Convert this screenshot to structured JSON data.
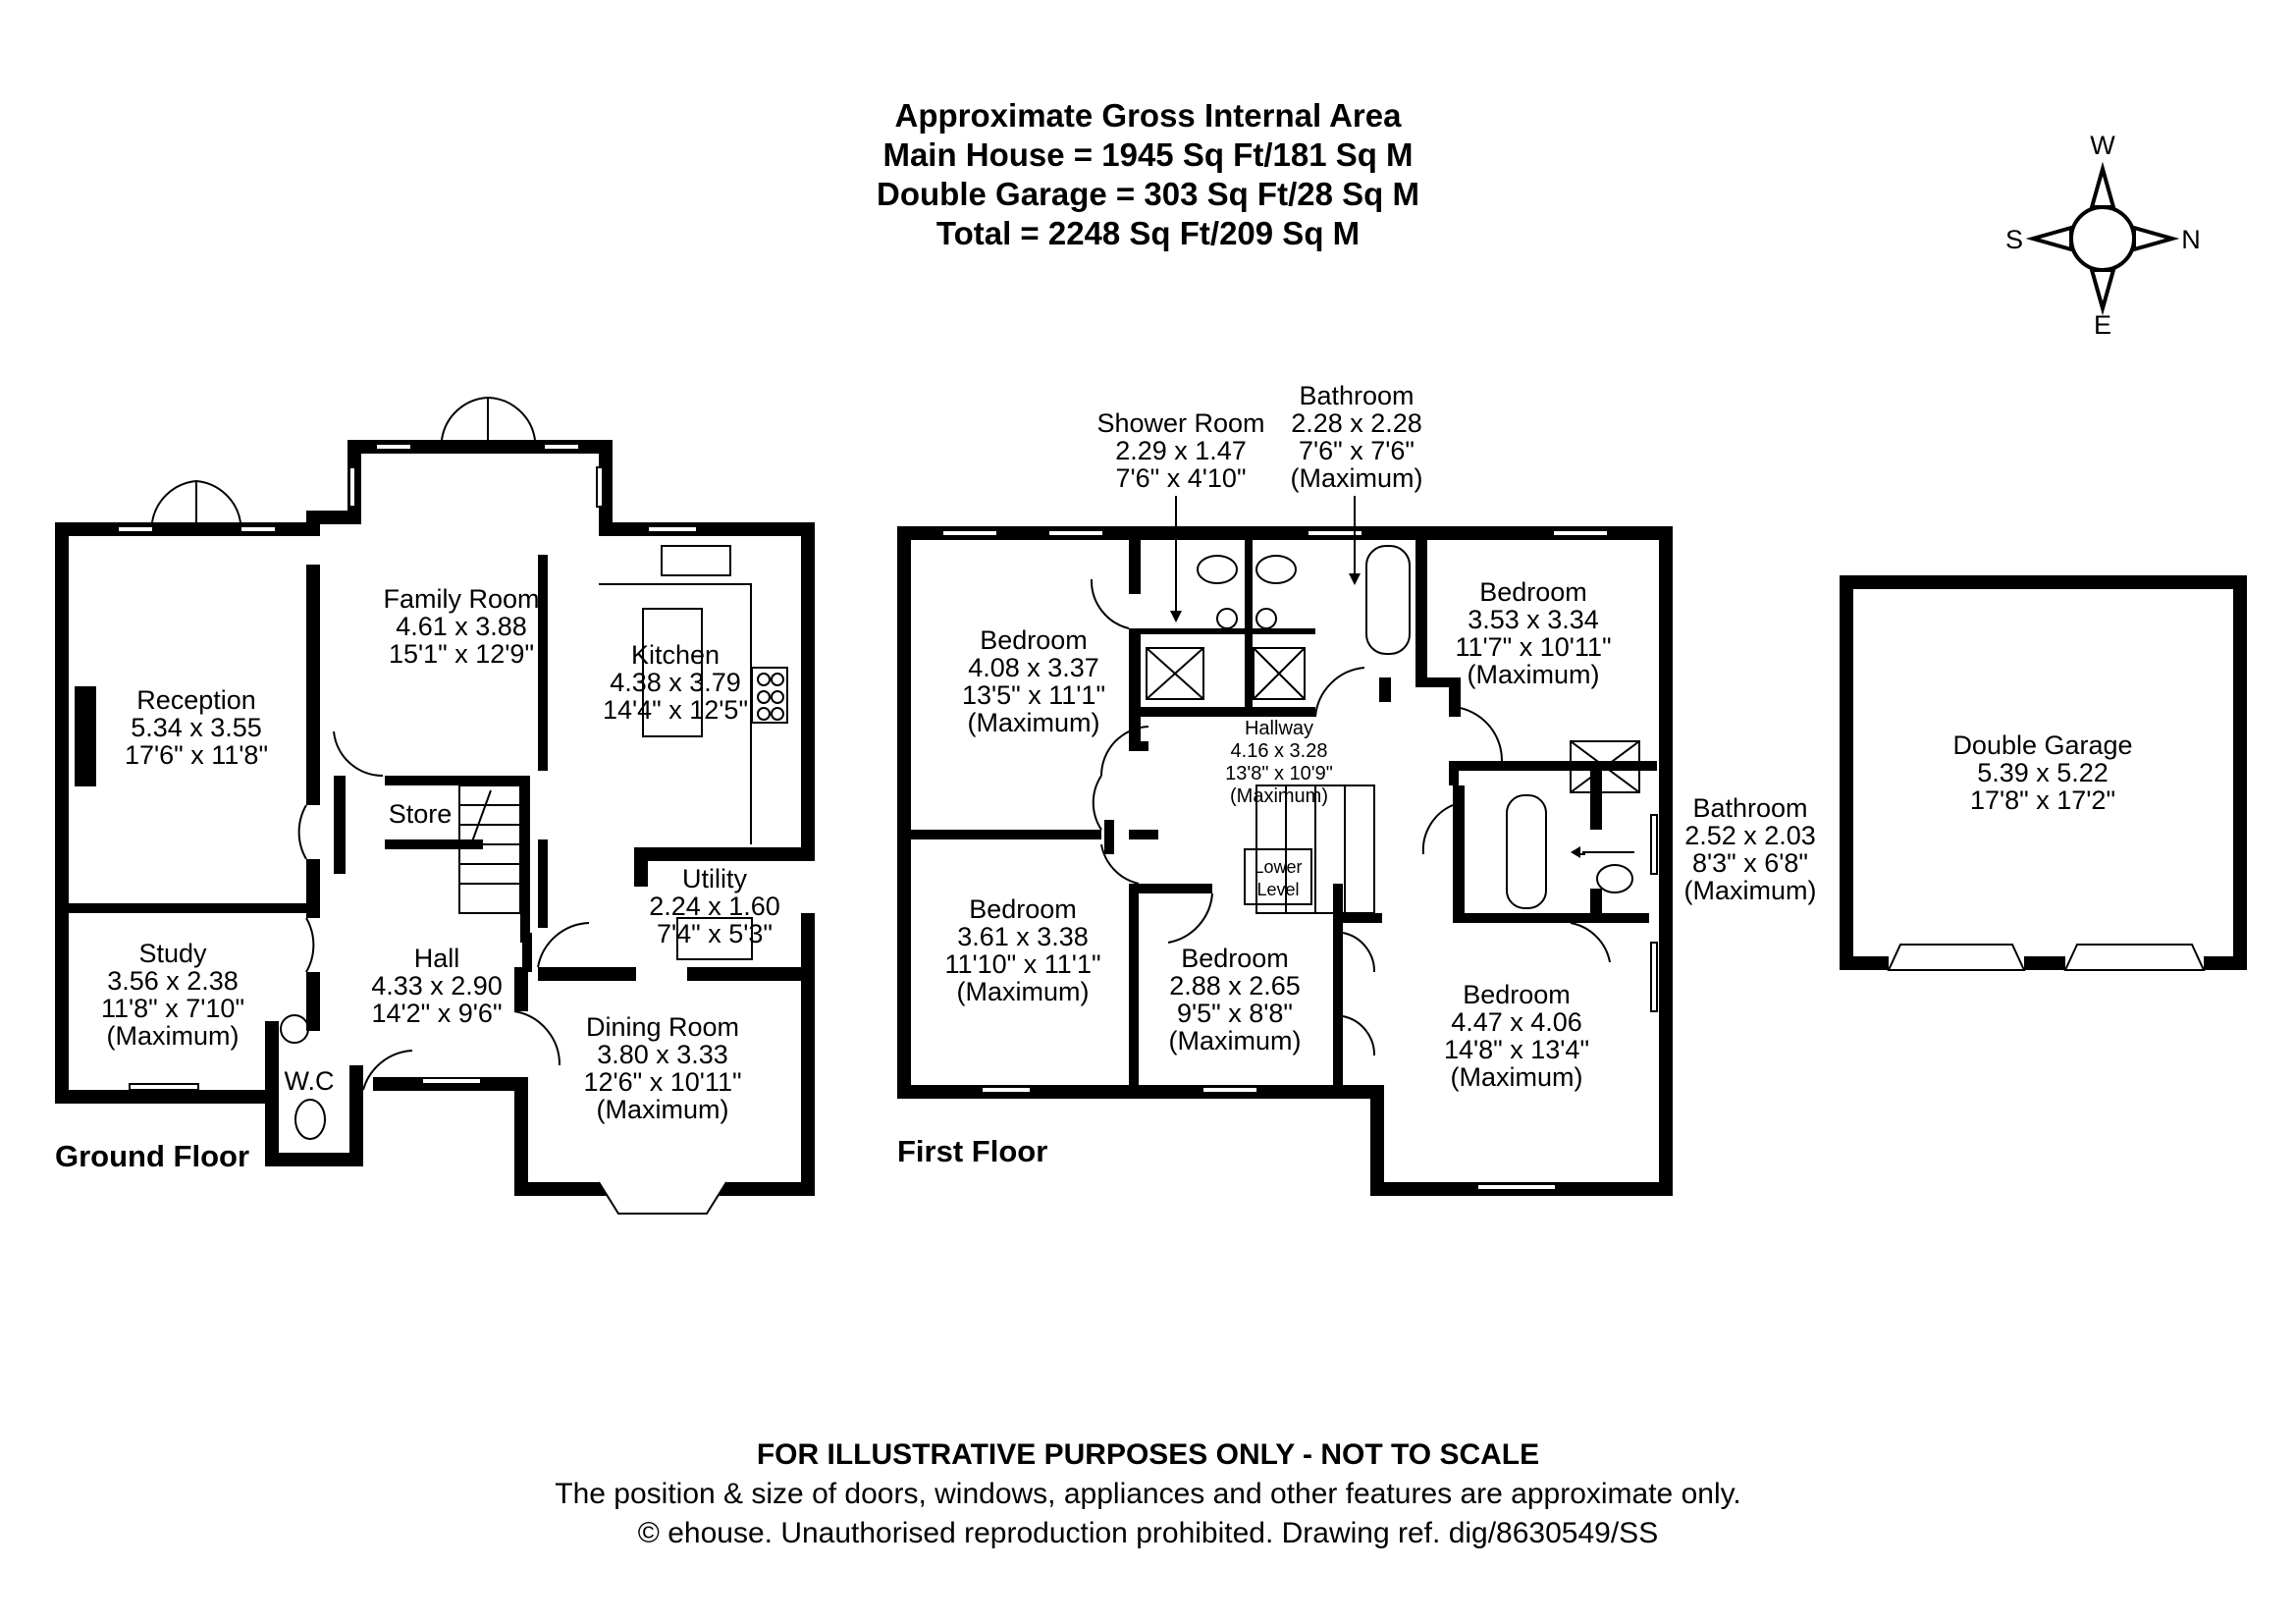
{
  "header": {
    "line1": "Approximate Gross Internal Area",
    "line2": "Main House = 1945 Sq Ft/181 Sq M",
    "line3": "Double Garage = 303 Sq Ft/28 Sq M",
    "line4": "Total = 2248 Sq Ft/209 Sq M"
  },
  "compass": {
    "w": "W",
    "e": "E",
    "s": "S",
    "n": "N"
  },
  "floors": {
    "ground": "Ground Floor",
    "first": "First Floor"
  },
  "ground_rooms": {
    "reception": {
      "name": "Reception",
      "metric": "5.34 x 3.55",
      "imperial": "17'6\" x 11'8\""
    },
    "family": {
      "name": "Family Room",
      "metric": "4.61 x 3.88",
      "imperial": "15'1\" x 12'9\""
    },
    "kitchen": {
      "name": "Kitchen",
      "metric": "4.38 x 3.79",
      "imperial": "14'4\" x 12'5\""
    },
    "store": {
      "name": "Store"
    },
    "utility": {
      "name": "Utility",
      "metric": "2.24 x 1.60",
      "imperial": "7'4\" x 5'3\""
    },
    "study": {
      "name": "Study",
      "metric": "3.56 x 2.38",
      "imperial": "11'8\" x 7'10\"",
      "note": "(Maximum)"
    },
    "hall": {
      "name": "Hall",
      "metric": "4.33 x 2.90",
      "imperial": "14'2\" x 9'6\""
    },
    "wc": {
      "name": "W.C"
    },
    "dining": {
      "name": "Dining Room",
      "metric": "3.80 x 3.33",
      "imperial": "12'6\" x 10'11\"",
      "note": "(Maximum)"
    }
  },
  "first_rooms": {
    "shower": {
      "name": "Shower Room",
      "metric": "2.29 x 1.47",
      "imperial": "7'6\" x 4'10\""
    },
    "bath1": {
      "name": "Bathroom",
      "metric": "2.28 x 2.28",
      "imperial": "7'6\" x 7'6\"",
      "note": "(Maximum)"
    },
    "bed1": {
      "name": "Bedroom",
      "metric": "4.08 x 3.37",
      "imperial": "13'5\" x 11'1\"",
      "note": "(Maximum)"
    },
    "bed2": {
      "name": "Bedroom",
      "metric": "3.53 x 3.34",
      "imperial": "11'7\" x 10'11\"",
      "note": "(Maximum)"
    },
    "hallway": {
      "name": "Hallway",
      "metric": "4.16 x 3.28",
      "imperial": "13'8\" x 10'9\"",
      "note": "(Maximum)"
    },
    "lower": {
      "line1": "Lower",
      "line2": "Level"
    },
    "bath2": {
      "name": "Bathroom",
      "metric": "2.52 x 2.03",
      "imperial": "8'3\" x 6'8\"",
      "note": "(Maximum)"
    },
    "bed3": {
      "name": "Bedroom",
      "metric": "3.61 x 3.38",
      "imperial": "11'10\" x 11'1\"",
      "note": "(Maximum)"
    },
    "bed4": {
      "name": "Bedroom",
      "metric": "2.88 x 2.65",
      "imperial": "9'5\" x 8'8\"",
      "note": "(Maximum)"
    },
    "bed5": {
      "name": "Bedroom",
      "metric": "4.47 x 4.06",
      "imperial": "14'8\" x 13'4\"",
      "note": "(Maximum)"
    }
  },
  "garage": {
    "name": "Double Garage",
    "metric": "5.39 x 5.22",
    "imperial": "17'8\" x 17'2\""
  },
  "footer": {
    "line1": "FOR ILLUSTRATIVE PURPOSES ONLY - NOT TO SCALE",
    "line2": "The position & size of doors, windows, appliances and other features are approximate only.",
    "line3": "© ehouse. Unauthorised reproduction prohibited. Drawing ref. dig/8630549/SS"
  }
}
